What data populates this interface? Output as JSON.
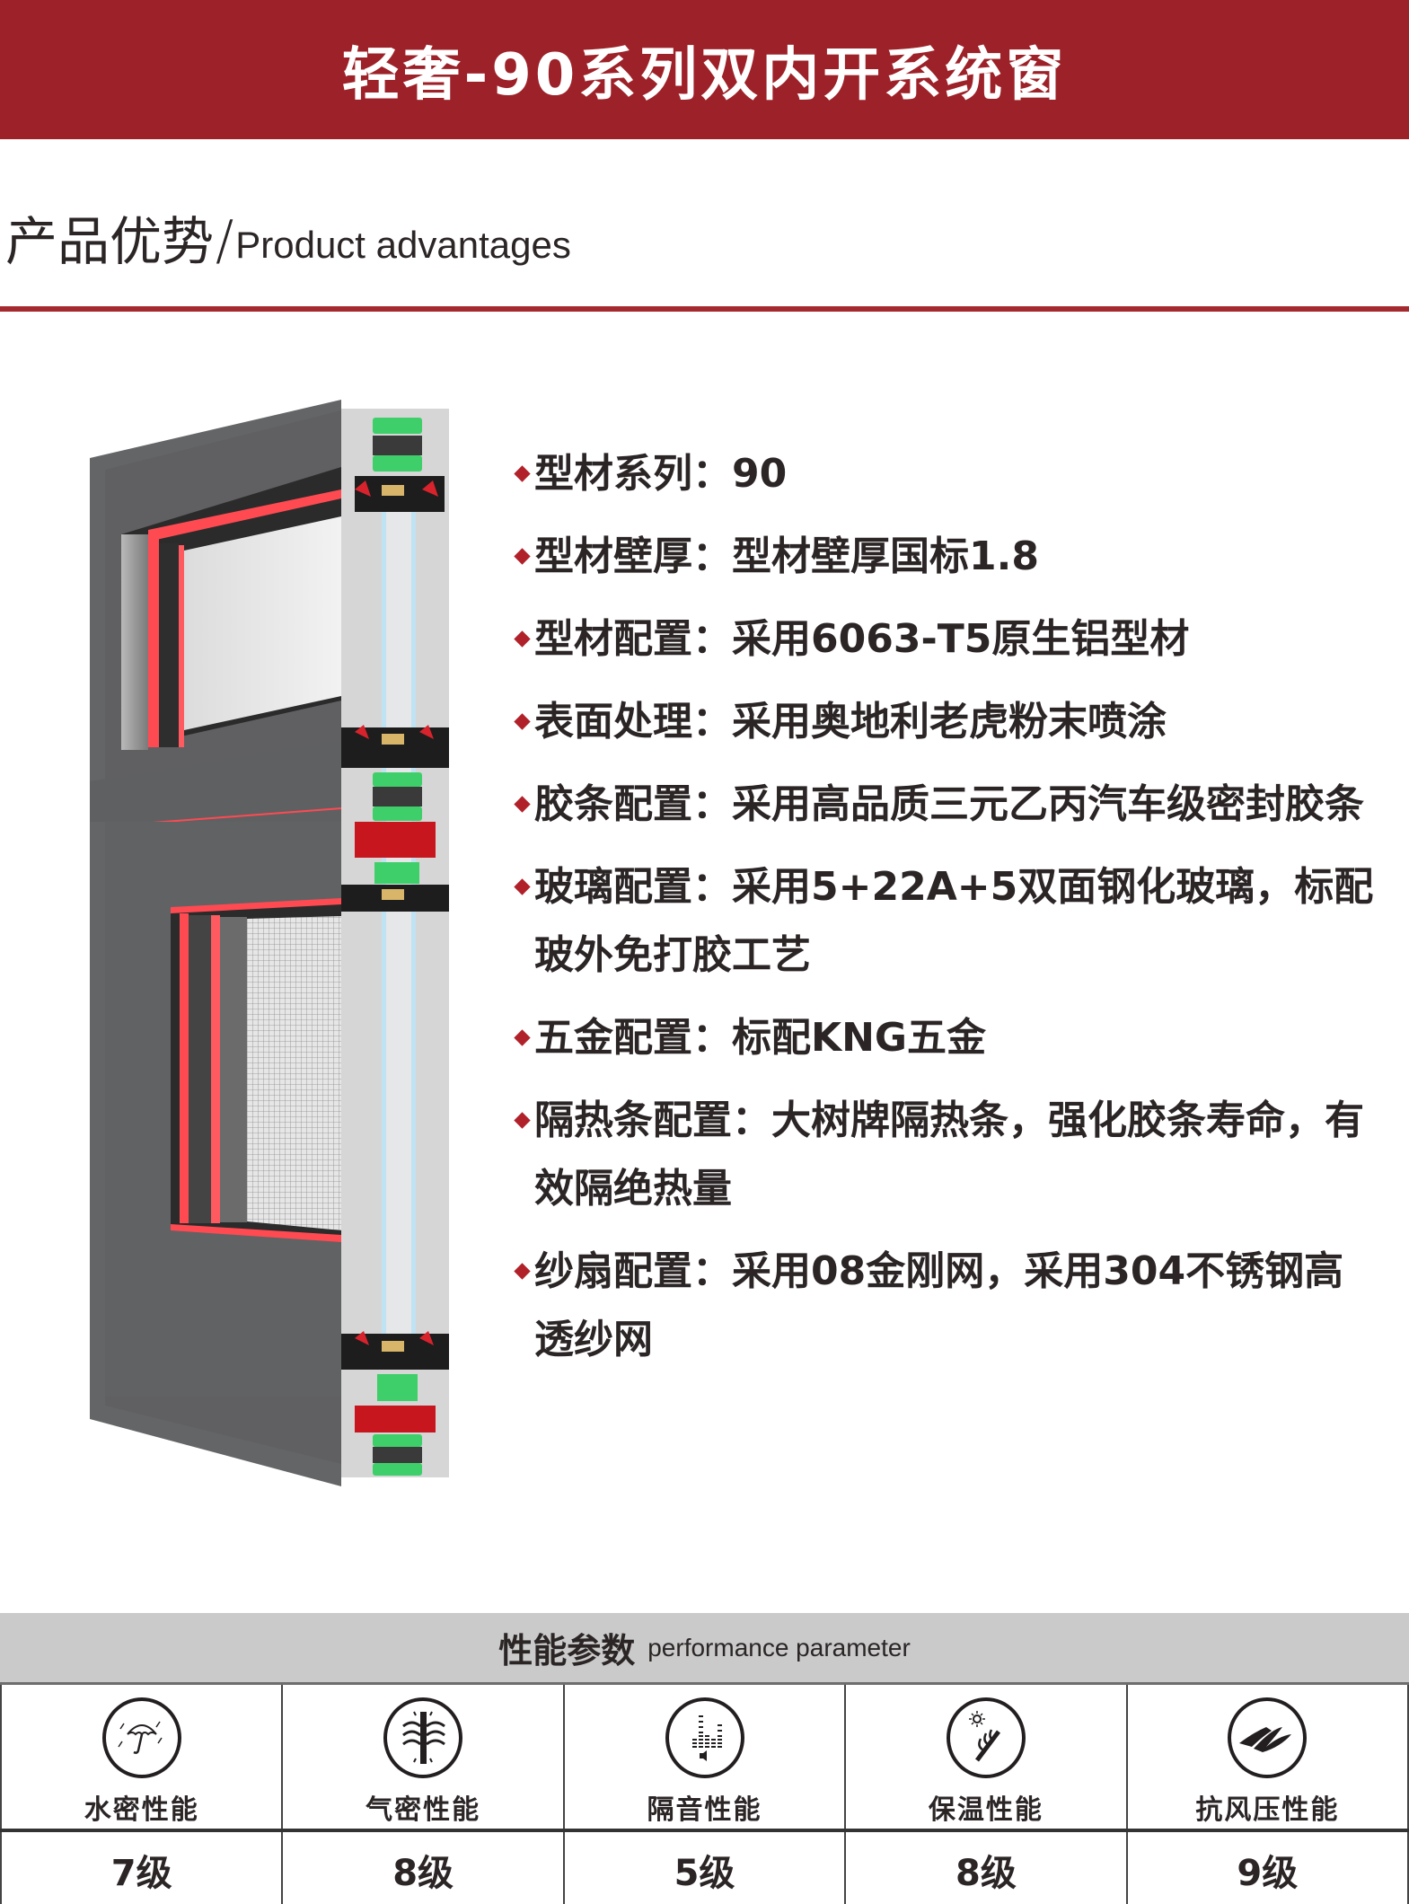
{
  "banner": {
    "title": "轻奢-90系列双内开系统窗",
    "background": "#9d2128"
  },
  "section": {
    "title_cn": "产品优势",
    "separator": "/",
    "title_en": "Product advantages",
    "rule_color": "#a52a2f"
  },
  "product_image": {
    "alt": "90系列双内开系统窗型材剖面图"
  },
  "features": [
    {
      "label": "型材系列：",
      "value": "90"
    },
    {
      "label": "型材壁厚：",
      "value": "型材壁厚国标1.8"
    },
    {
      "label": "型材配置：",
      "value": "采用6063-T5原生铝型材"
    },
    {
      "label": "表面处理：",
      "value": "采用奥地利老虎粉末喷涂"
    },
    {
      "label": "胶条配置：",
      "value": "采用高品质三元乙丙汽车级密封胶条"
    },
    {
      "label": "玻璃配置：",
      "value": "采用5+22A+5双面钢化玻璃，标配玻外免打胶工艺"
    },
    {
      "label": "五金配置：",
      "value": "标配KNG五金"
    },
    {
      "label": "隔热条配置：",
      "value": "大树牌隔热条，强化胶条寿命，有效隔绝热量"
    },
    {
      "label": "纱扇配置：",
      "value": "采用08金刚网，采用304不锈钢高透纱网"
    }
  ],
  "performance": {
    "title_cn": "性能参数",
    "title_en": "performance parameter",
    "items": [
      {
        "icon": "umbrella-rain-icon",
        "label": "水密性能",
        "value": "7级"
      },
      {
        "icon": "air-wall-icon",
        "label": "气密性能",
        "value": "8级"
      },
      {
        "icon": "sound-bars-icon",
        "label": "隔音性能",
        "value": "5级"
      },
      {
        "icon": "sun-insulation-icon",
        "label": "保温性能",
        "value": "8级"
      },
      {
        "icon": "wind-pressure-icon",
        "label": "抗风压性能",
        "value": "9级"
      }
    ]
  }
}
